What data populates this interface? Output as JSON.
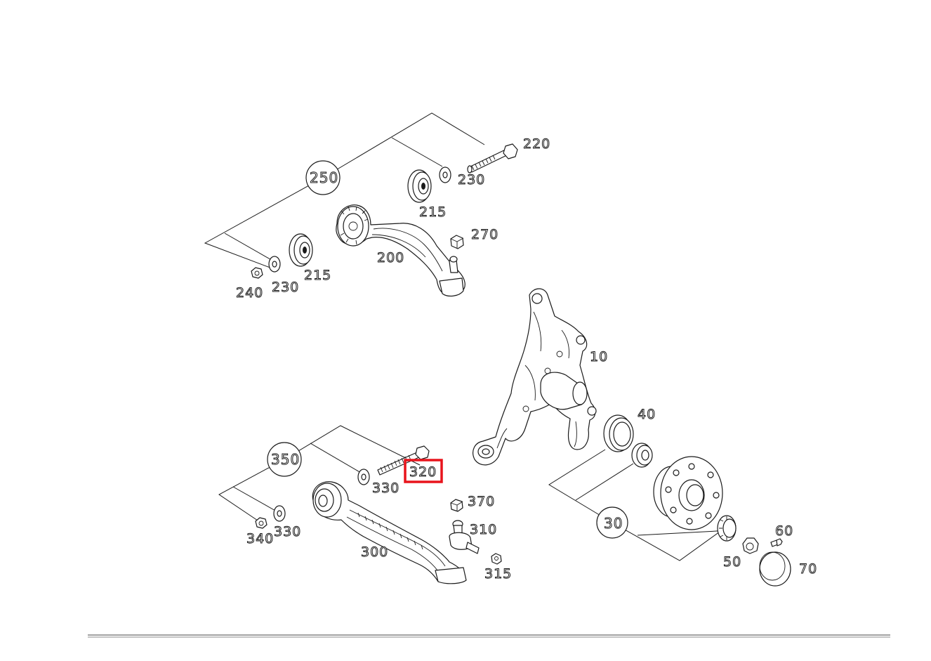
{
  "callouts": {
    "c220": "220",
    "c230a": "230",
    "c215a": "215",
    "c270": "270",
    "c200": "200",
    "c215b": "215",
    "c240": "240",
    "c230b": "230",
    "c250": "250",
    "c10": "10",
    "c40": "40",
    "c30": "30",
    "c50": "50",
    "c60": "60",
    "c70": "70",
    "c350": "350",
    "c320": "320",
    "c330a": "330",
    "c330b": "330",
    "c340": "340",
    "c370": "370",
    "c310": "310",
    "c300": "300",
    "c315": "315"
  },
  "highlight": {
    "label": "320",
    "color": "#e8141c"
  }
}
